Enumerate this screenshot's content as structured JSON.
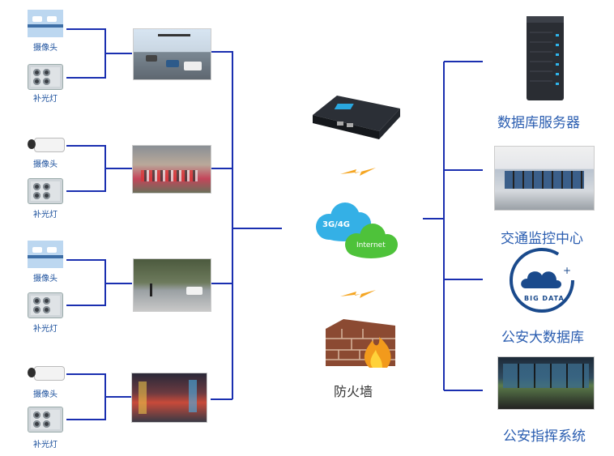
{
  "left_groups": [
    {
      "camera_label": "摄像头",
      "light_label": "补光灯"
    },
    {
      "camera_label": "摄像头",
      "light_label": "补光灯"
    },
    {
      "camera_label": "摄像头",
      "light_label": "补光灯"
    },
    {
      "camera_label": "摄像头",
      "light_label": "补光灯"
    }
  ],
  "center": {
    "cloud_text_a": "3G/4G",
    "cloud_text_b": "Internet",
    "firewall_label": "防火墙"
  },
  "right_items": [
    {
      "label": "数据库服务器"
    },
    {
      "label": "交通监控中心"
    },
    {
      "label": "公安大数据库",
      "logo_text": "BIG DATA"
    },
    {
      "label": "公安指挥系统"
    }
  ],
  "colors": {
    "line": "#1a2fb0",
    "label": "#2a5db0",
    "bolt": "#f5a623"
  }
}
